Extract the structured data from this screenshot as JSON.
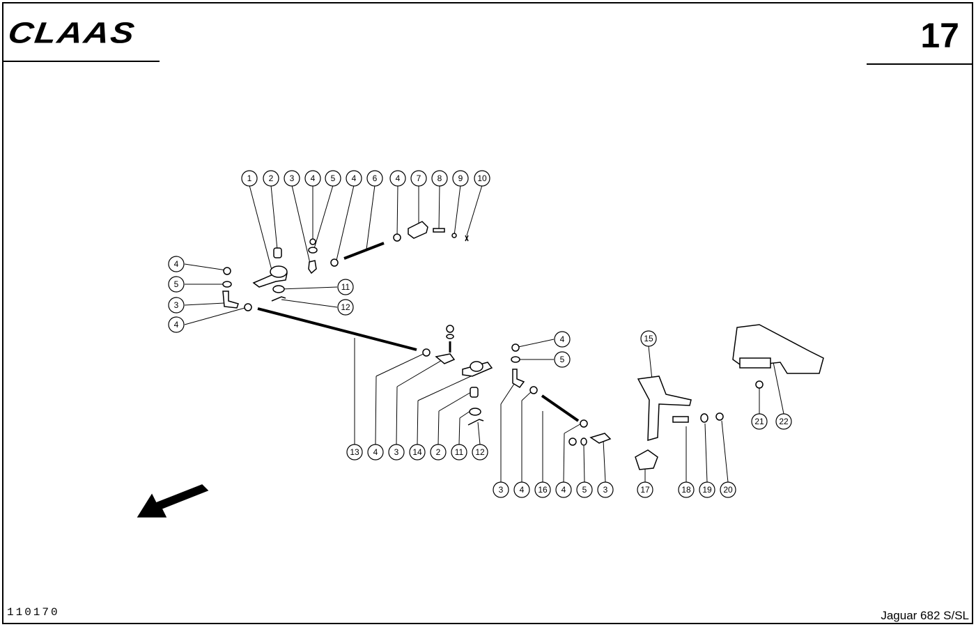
{
  "header": {
    "logo_text": "CLAAS",
    "page_number": "17"
  },
  "footer": {
    "document_number": "110170",
    "model": "Jaguar 682 S/SL"
  },
  "callouts": [
    {
      "id": "c1",
      "label": "1"
    },
    {
      "id": "c2",
      "label": "2"
    },
    {
      "id": "c3",
      "label": "3"
    },
    {
      "id": "c4",
      "label": "4"
    },
    {
      "id": "c5",
      "label": "5"
    },
    {
      "id": "c6",
      "label": "4"
    },
    {
      "id": "c7",
      "label": "6"
    },
    {
      "id": "c8",
      "label": "4"
    },
    {
      "id": "c9",
      "label": "7"
    },
    {
      "id": "c10",
      "label": "8"
    },
    {
      "id": "c11",
      "label": "9"
    },
    {
      "id": "c12",
      "label": "10"
    },
    {
      "id": "c13",
      "label": "4"
    },
    {
      "id": "c14",
      "label": "5"
    },
    {
      "id": "c15",
      "label": "3"
    },
    {
      "id": "c16",
      "label": "4"
    },
    {
      "id": "c17",
      "label": "11"
    },
    {
      "id": "c18",
      "label": "12"
    },
    {
      "id": "c19",
      "label": "13"
    },
    {
      "id": "c20",
      "label": "4"
    },
    {
      "id": "c21",
      "label": "3"
    },
    {
      "id": "c22",
      "label": "14"
    },
    {
      "id": "c23",
      "label": "2"
    },
    {
      "id": "c24",
      "label": "11"
    },
    {
      "id": "c25",
      "label": "12"
    },
    {
      "id": "c26",
      "label": "4"
    },
    {
      "id": "c27",
      "label": "5"
    },
    {
      "id": "c28",
      "label": "15"
    },
    {
      "id": "c29",
      "label": "3"
    },
    {
      "id": "c30",
      "label": "4"
    },
    {
      "id": "c31",
      "label": "16"
    },
    {
      "id": "c32",
      "label": "4"
    },
    {
      "id": "c33",
      "label": "5"
    },
    {
      "id": "c34",
      "label": "3"
    },
    {
      "id": "c35",
      "label": "17"
    },
    {
      "id": "c36",
      "label": "18"
    },
    {
      "id": "c37",
      "label": "19"
    },
    {
      "id": "c38",
      "label": "20"
    },
    {
      "id": "c39",
      "label": "21"
    },
    {
      "id": "c40",
      "label": "22"
    }
  ]
}
